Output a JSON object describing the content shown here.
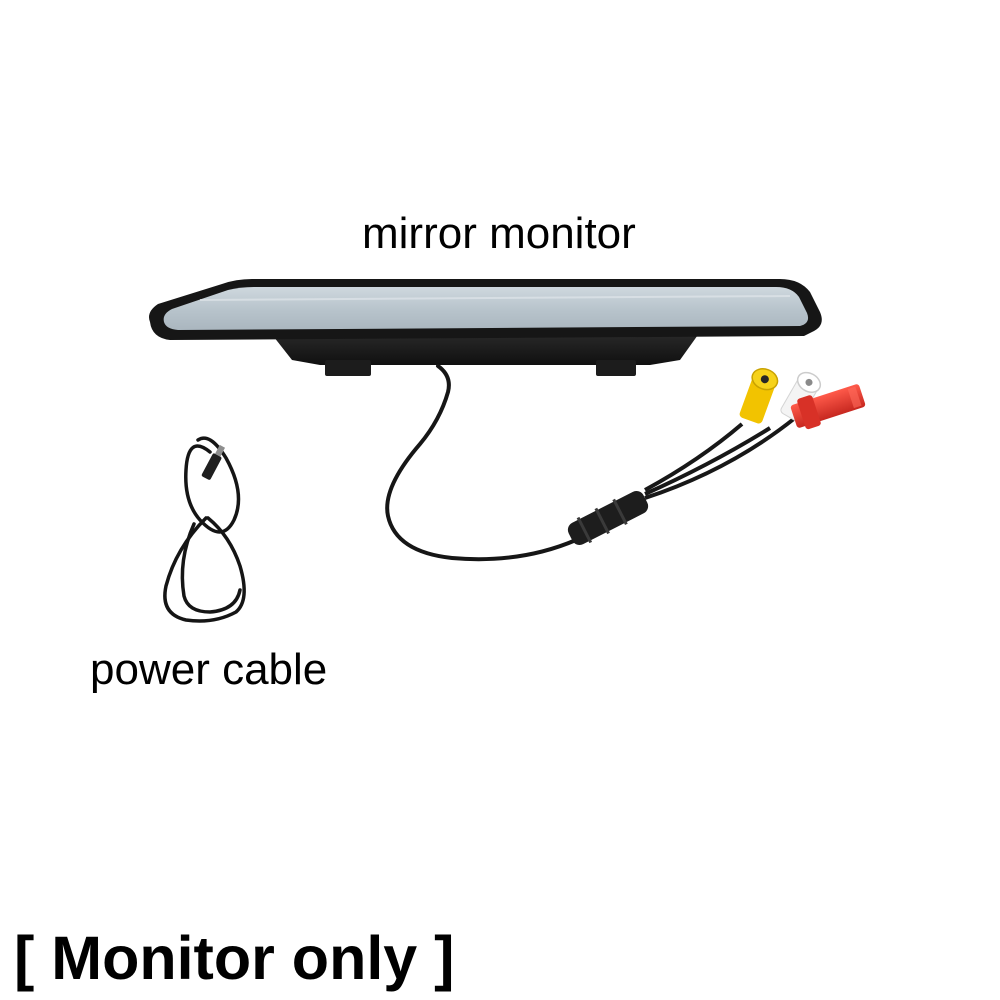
{
  "labels": {
    "mirror_monitor": "mirror monitor",
    "power_cable": "power cable",
    "footer": "[ Monitor only ]"
  },
  "colors": {
    "background": "#ffffff",
    "text": "#000000",
    "monitor_frame": "#1b1b1b",
    "screen": "#bcc7cf",
    "cable": "#141414",
    "rca_yellow": "#f2c300",
    "rca_white": "#f4f4f4",
    "dc_red": "#e0352c"
  }
}
